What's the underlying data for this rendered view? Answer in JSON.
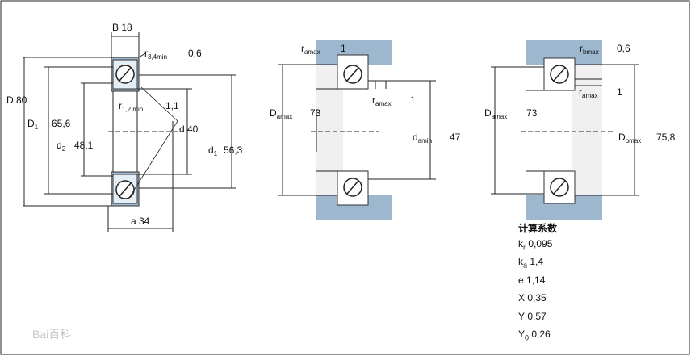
{
  "bearing": {
    "B": "B 18",
    "r34": "r",
    "r34_sub": "3,4min",
    "r34_val": "0,6",
    "D": "D 80",
    "D1": "D",
    "D1_sub": "1",
    "D1_val": "65,6",
    "d2": "d",
    "d2_sub": "2",
    "d2_val": "48,1",
    "r12": "r",
    "r12_sub": "1,2 min",
    "r12_val": "1,1",
    "d": "d  40",
    "d1": "d",
    "d1_sub": "1",
    "d1_val": "56,3",
    "a": "a  34"
  },
  "shaft": {
    "ra": "r",
    "ra_sub": "amax",
    "ra_val": "1",
    "Da": "D",
    "Da_sub": "amax",
    "Da_val": "73",
    "ra2": "r",
    "ra2_sub": "amax",
    "ra2_val": "1",
    "da": "d",
    "da_sub": "amin",
    "da_val": "47"
  },
  "housing": {
    "rb": "r",
    "rb_sub": "bmax",
    "rb_val": "0,6",
    "ra": "r",
    "ra_sub": "amax",
    "ra_val": "1",
    "Da": "D",
    "Da_sub": "amax",
    "Da_val": "73",
    "Db": "D",
    "Db_sub": "bmax",
    "Db_val": "75,8"
  },
  "factors": {
    "title": "计算系数",
    "rows": [
      {
        "sym": "k",
        "sub": "r",
        "val": "0,095"
      },
      {
        "sym": "k",
        "sub": "a",
        "val": "1,4"
      },
      {
        "sym": "e",
        "sub": "",
        "val": "1,14"
      },
      {
        "sym": "X",
        "sub": "",
        "val": "0,35"
      },
      {
        "sym": "Y",
        "sub": "",
        "val": "0,57"
      },
      {
        "sym": "Y",
        "sub": "0",
        "val": "0,26"
      }
    ]
  },
  "watermark": "Bai百科"
}
